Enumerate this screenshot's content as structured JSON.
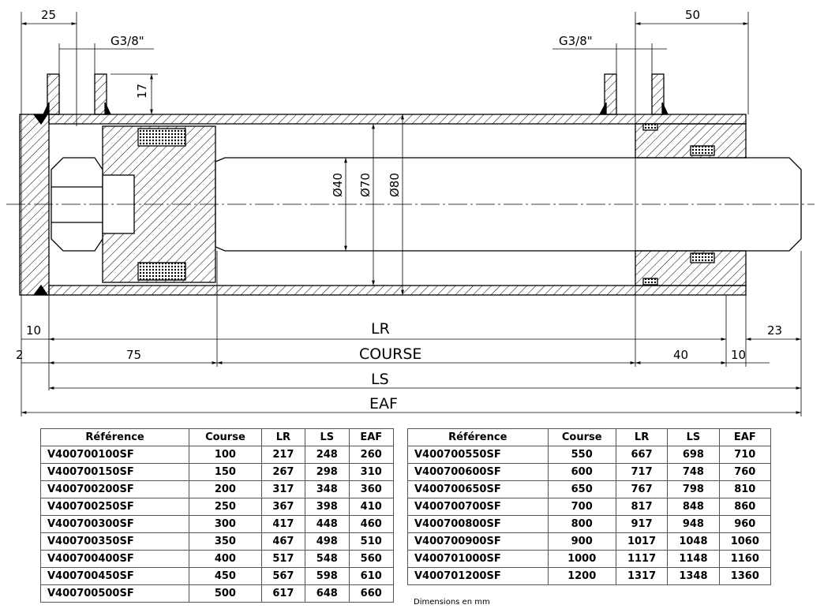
{
  "drawing": {
    "dims": {
      "d25": "25",
      "port_left": "G3/8\"",
      "d17": "17",
      "port_right": "G3/8\"",
      "d50": "50",
      "dia40": "Ø40",
      "dia70": "Ø70",
      "dia80": "Ø80",
      "d10_left": "10",
      "d2": "2",
      "d75": "75",
      "lr": "LR",
      "course": "COURSE",
      "d40": "40",
      "d10_right": "10",
      "d23": "23",
      "ls": "LS",
      "eaf": "EAF"
    }
  },
  "tables": {
    "headers": [
      "Référence",
      "Course",
      "LR",
      "LS",
      "EAF"
    ],
    "left": [
      [
        "V400700100SF",
        "100",
        "217",
        "248",
        "260"
      ],
      [
        "V400700150SF",
        "150",
        "267",
        "298",
        "310"
      ],
      [
        "V400700200SF",
        "200",
        "317",
        "348",
        "360"
      ],
      [
        "V400700250SF",
        "250",
        "367",
        "398",
        "410"
      ],
      [
        "V400700300SF",
        "300",
        "417",
        "448",
        "460"
      ],
      [
        "V400700350SF",
        "350",
        "467",
        "498",
        "510"
      ],
      [
        "V400700400SF",
        "400",
        "517",
        "548",
        "560"
      ],
      [
        "V400700450SF",
        "450",
        "567",
        "598",
        "610"
      ],
      [
        "V400700500SF",
        "500",
        "617",
        "648",
        "660"
      ]
    ],
    "right": [
      [
        "V400700550SF",
        "550",
        "667",
        "698",
        "710"
      ],
      [
        "V400700600SF",
        "600",
        "717",
        "748",
        "760"
      ],
      [
        "V400700650SF",
        "650",
        "767",
        "798",
        "810"
      ],
      [
        "V400700700SF",
        "700",
        "817",
        "848",
        "860"
      ],
      [
        "V400700800SF",
        "800",
        "917",
        "948",
        "960"
      ],
      [
        "V400700900SF",
        "900",
        "1017",
        "1048",
        "1060"
      ],
      [
        "V400701000SF",
        "1000",
        "1117",
        "1148",
        "1160"
      ],
      [
        "V400701200SF",
        "1200",
        "1317",
        "1348",
        "1360"
      ]
    ],
    "note": "Dimensions en mm"
  }
}
